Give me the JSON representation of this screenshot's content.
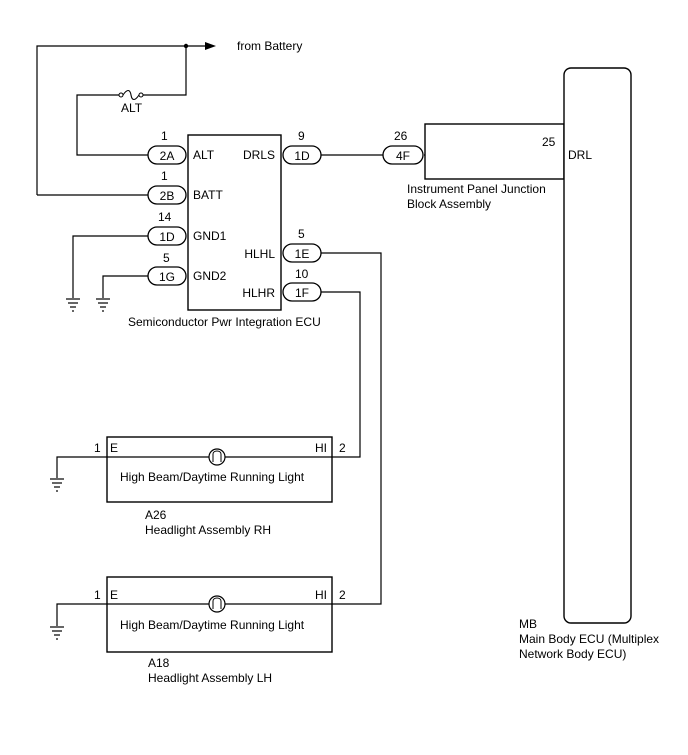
{
  "battery_label": "from Battery",
  "fuse_label": "ALT",
  "spi_ecu": {
    "name": "Semiconductor Pwr Integration ECU",
    "pins": {
      "alt": {
        "pin": "1",
        "conn": "2A",
        "label": "ALT"
      },
      "batt": {
        "pin": "1",
        "conn": "2B",
        "label": "BATT"
      },
      "gnd1": {
        "pin": "14",
        "conn": "1D",
        "label": "GND1"
      },
      "gnd2": {
        "pin": "5",
        "conn": "1G",
        "label": "GND2"
      },
      "drls": {
        "pin": "9",
        "conn": "1D",
        "label": "DRLS"
      },
      "hlhl": {
        "pin": "5",
        "conn": "1E",
        "label": "HLHL"
      },
      "hlhr": {
        "pin": "10",
        "conn": "1F",
        "label": "HLHR"
      }
    }
  },
  "junction_block": {
    "name_line1": "Instrument Panel Junction",
    "name_line2": "Block Assembly",
    "in_pin": "26",
    "in_conn": "4F",
    "out_pin": "25"
  },
  "main_body_ecu": {
    "code": "MB",
    "name_line1": "Main Body ECU (Multiplex",
    "name_line2": "Network Body ECU)",
    "drl_label": "DRL"
  },
  "headlight_rh": {
    "code": "A26",
    "name": "Headlight Assembly RH",
    "lamp": "High Beam/Daytime Running Light",
    "pin_e": "1",
    "label_e": "E",
    "pin_hi": "2",
    "label_hi": "HI"
  },
  "headlight_lh": {
    "code": "A18",
    "name": "Headlight Assembly LH",
    "lamp": "High Beam/Daytime Running Light",
    "pin_e": "1",
    "label_e": "E",
    "pin_hi": "2",
    "label_hi": "HI"
  }
}
